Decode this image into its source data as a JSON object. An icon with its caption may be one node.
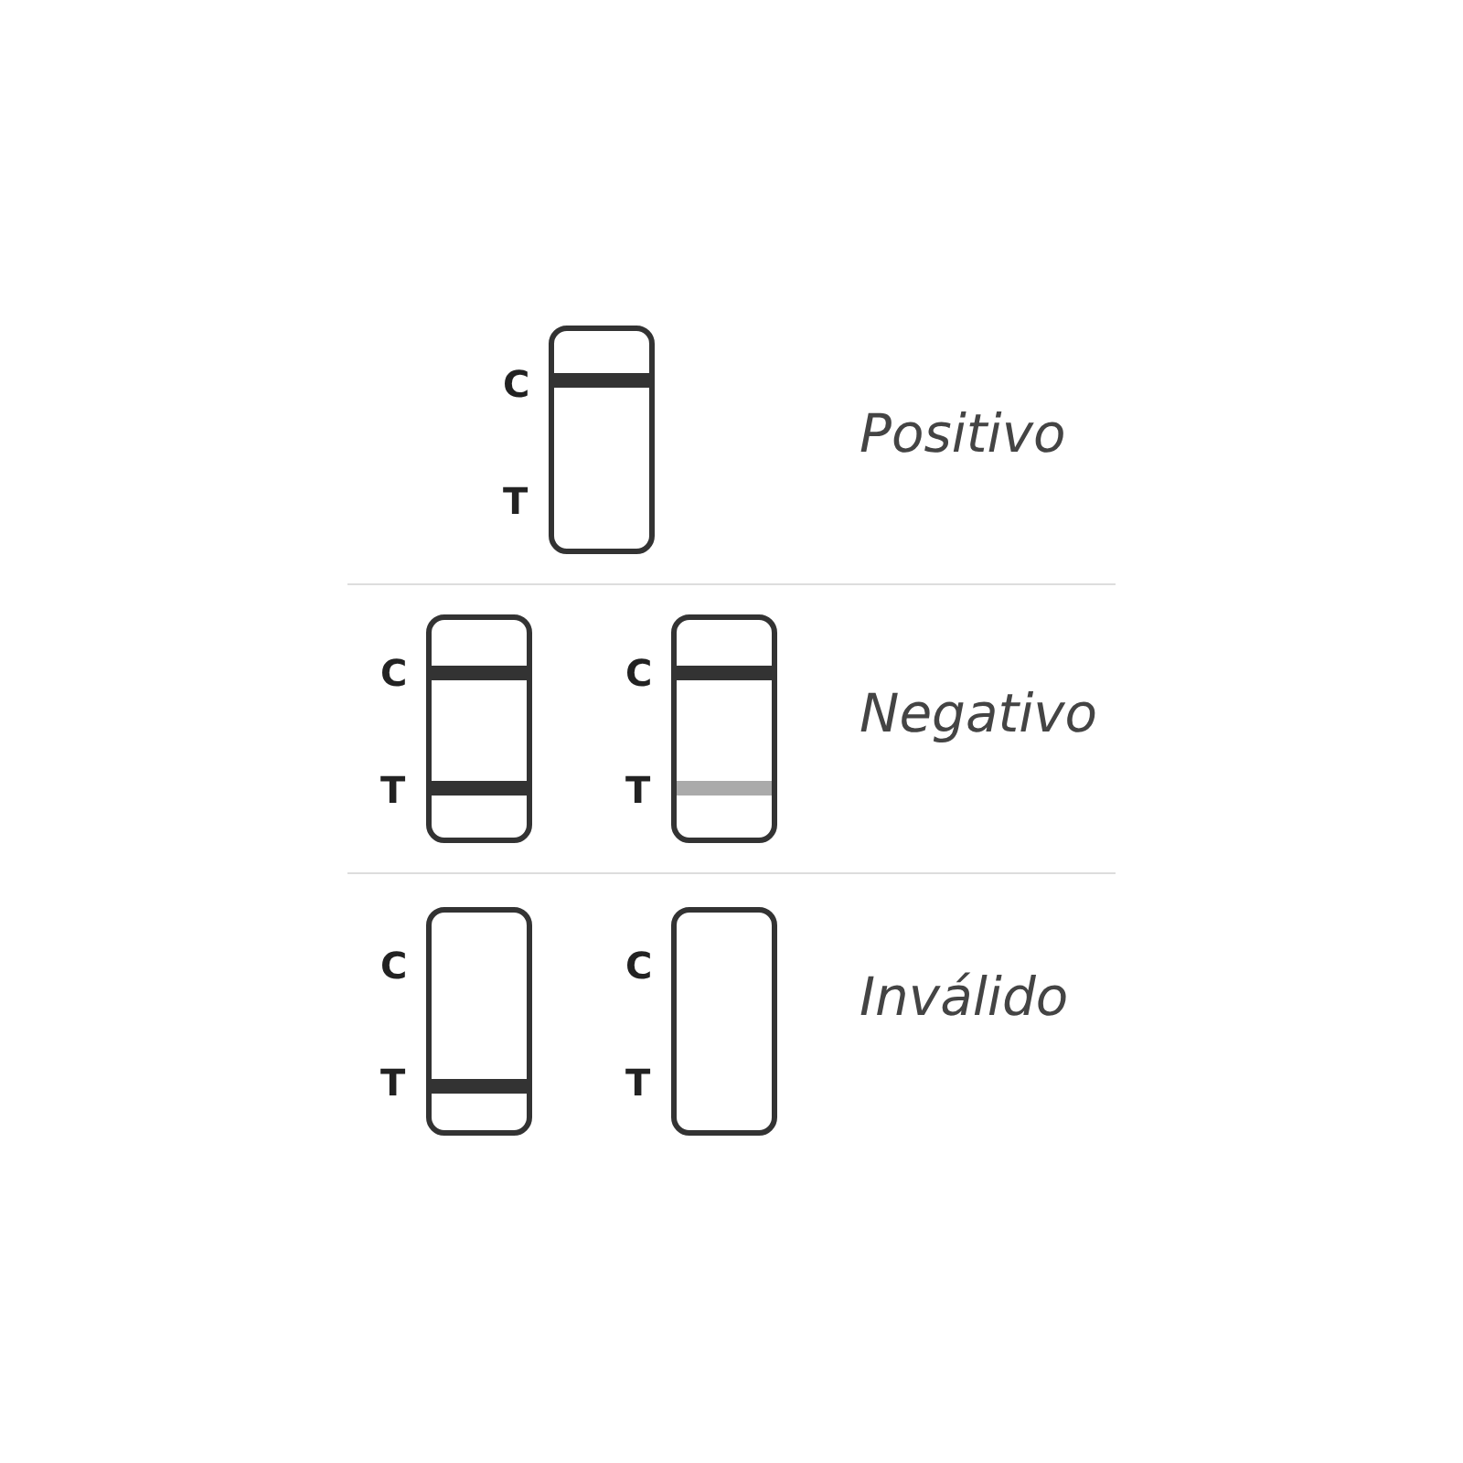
{
  "diagram": {
    "nodes": [
      {
        "text": [],
        "shape": "box",
        "beside": [
          "C",
          "T"
        ]
      },
      {
        "text": [],
        "shape": "box",
        "beside": [
          "C",
          "T"
        ]
      },
      {
        "text": [],
        "shape": "box",
        "beside": [
          "C",
          "T"
        ]
      },
      {
        "text": [],
        "shape": "box",
        "beside": [
          "C",
          "T"
        ]
      },
      {
        "text": [],
        "shape": "box",
        "beside": [
          "C",
          "T"
        ]
      }
    ],
    "labels": [
      "Positivo",
      "Negativo",
      "Inválido"
    ]
  }
}
